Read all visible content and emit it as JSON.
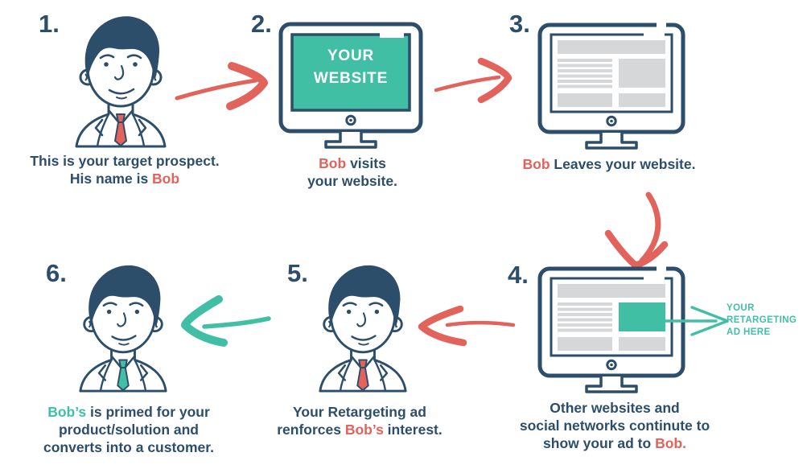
{
  "colors": {
    "navy": "#2d4e6b",
    "red": "#e2635b",
    "teal": "#41bfa5",
    "block_gray": "#d5d7d9",
    "screen_text_white": "#ffffff"
  },
  "steps": [
    {
      "number": "1.",
      "icon": "person-red-tie-icon",
      "caption": [
        [
          {
            "t": "This is your target prospect."
          }
        ],
        [
          {
            "t": "His name is "
          },
          {
            "t": "Bob",
            "c": "red"
          }
        ]
      ]
    },
    {
      "number": "2.",
      "icon": "monitor-your-website-icon",
      "screen_label": "YOUR WEBSITE",
      "caption": [
        [
          {
            "t": "Bob",
            "c": "red"
          },
          {
            "t": " visits"
          }
        ],
        [
          {
            "t": "your website."
          }
        ]
      ]
    },
    {
      "number": "3.",
      "icon": "monitor-webpage-icon",
      "caption": [
        [
          {
            "t": "Bob",
            "c": "red"
          },
          {
            "t": " Leaves your website."
          }
        ]
      ]
    },
    {
      "number": "4.",
      "icon": "monitor-webpage-ad-icon",
      "callout": "YOUR RETARGETING AD HERE",
      "caption": [
        [
          {
            "t": "Other websites and"
          }
        ],
        [
          {
            "t": "social networks continute to"
          }
        ],
        [
          {
            "t": "show your ad to "
          },
          {
            "t": "Bob.",
            "c": "red"
          }
        ]
      ]
    },
    {
      "number": "5.",
      "icon": "person-red-tie-icon",
      "caption": [
        [
          {
            "t": "Your Retargeting ad"
          }
        ],
        [
          {
            "t": "renforces "
          },
          {
            "t": "Bob’s",
            "c": "red"
          },
          {
            "t": " interest."
          }
        ]
      ]
    },
    {
      "number": "6.",
      "icon": "person-teal-tie-icon",
      "caption": [
        [
          {
            "t": "Bob’s",
            "c": "teal"
          },
          {
            "t": " is primed for your"
          }
        ],
        [
          {
            "t": "product/solution and"
          }
        ],
        [
          {
            "t": "converts into a customer."
          }
        ]
      ]
    }
  ],
  "arrows": [
    {
      "name": "arrow-step1-to-step2",
      "color": "red",
      "direction": "right"
    },
    {
      "name": "arrow-step2-to-step3",
      "color": "red",
      "direction": "right"
    },
    {
      "name": "arrow-step3-to-step4",
      "color": "red",
      "direction": "down"
    },
    {
      "name": "arrow-step4-to-step5",
      "color": "red",
      "direction": "left"
    },
    {
      "name": "arrow-step5-to-step6",
      "color": "teal",
      "direction": "left"
    },
    {
      "name": "arrow-ad-callout",
      "color": "teal",
      "direction": "right"
    }
  ]
}
